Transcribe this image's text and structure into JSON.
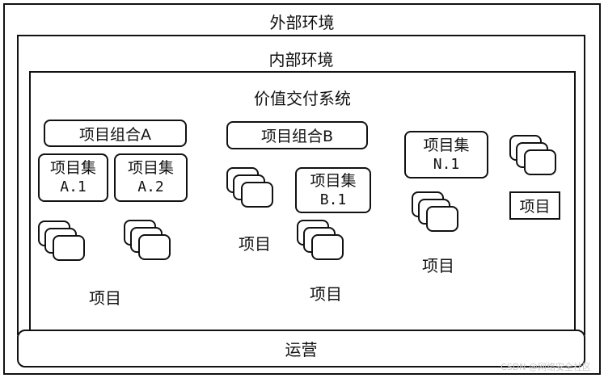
{
  "diagram": {
    "outer_label": "外部环境",
    "inner_label": "内部环境",
    "system_label": "价值交付系统",
    "operations_label": "运营",
    "portfolios": [
      {
        "label": "项目组合A"
      },
      {
        "label": "项目组合B"
      }
    ],
    "programs": [
      {
        "title": "项目集",
        "code": "A.1"
      },
      {
        "title": "项目集",
        "code": "A.2"
      },
      {
        "title": "项目集",
        "code": "B.1"
      },
      {
        "title": "项目集",
        "code": "N.1"
      }
    ],
    "project_labels": [
      "项目",
      "项目",
      "项目",
      "项目",
      "项目"
    ]
  },
  "watermark": "CSDN @网络安全社区"
}
